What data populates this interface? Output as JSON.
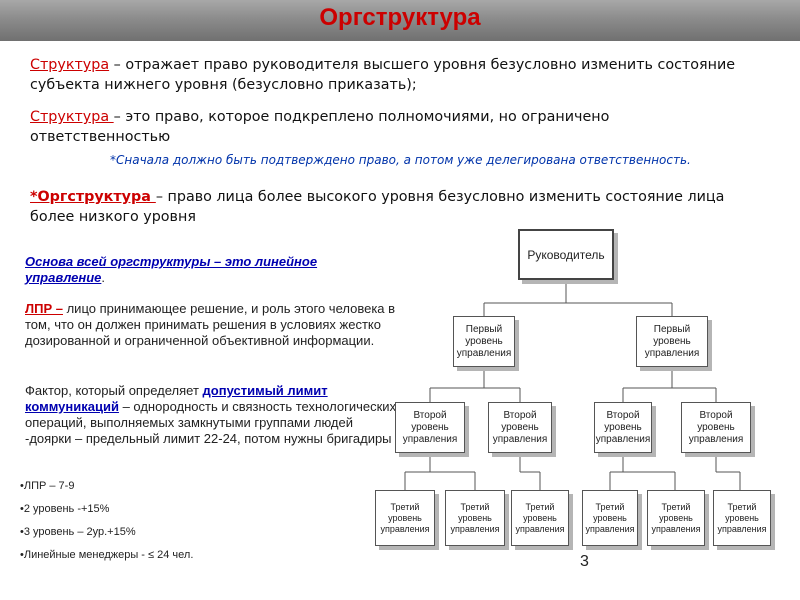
{
  "title": "Оргструктура",
  "para1": {
    "term": "Структура",
    "text": " – отражает право руководителя высшего уровня безусловно изменить состояние субъекта нижнего уровня (безусловно приказать);"
  },
  "para2": {
    "term": "Структура ",
    "text": "– это право, которое подкреплено полномочиями, но ограничено ответственностью"
  },
  "note": "*Сначала должно быть подтверждено право, а потом уже делегирована ответственность.",
  "para3": {
    "star": "*",
    "term": "Оргструктура ",
    "text": "– право лица более высокого уровня безусловно изменить состояние лица более низкого уровня"
  },
  "left": {
    "basis": "Основа всей оргструктуры – это линейное управление",
    "basis_end": ".",
    "lpr_term": "ЛПР –",
    "lpr_text": " лицо принимающее решение, и роль этого человека в том, что он должен принимать решения в условиях жестко дозированной и ограниченной объективной информации.",
    "factor_pre": "Фактор, который определяет ",
    "factor_term": "допустимый лимит коммуникаций",
    "factor_post": " – однородность и связность технологических операций, выполняемых замкнутыми группами людей -доярки – предельный лимит 22-24, потом нужны бригадиры"
  },
  "bullets": [
    "•ЛПР – 7-9",
    "•2 уровень -+15%",
    "•3 уровень – 2ур.+15%",
    "•Линейные менеджеры - ≤ 24 чел."
  ],
  "page_number": "3",
  "org": {
    "root": "Руководитель",
    "level1": "Первый уровень управления",
    "level2": "Второй уровень управления",
    "level3": "Третий уровень управления"
  }
}
